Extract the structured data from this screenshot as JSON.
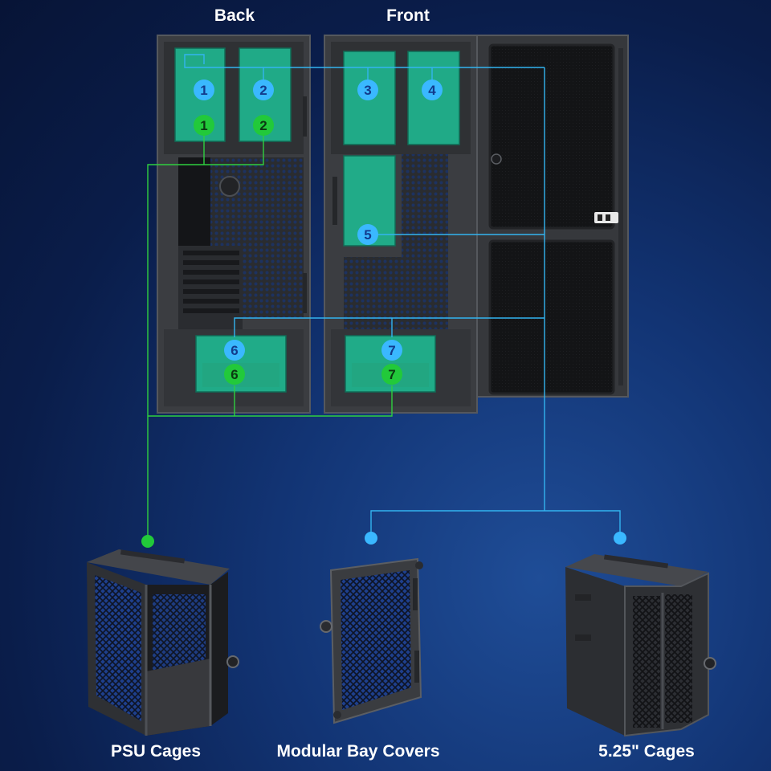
{
  "headings": {
    "back": "Back",
    "front": "Front"
  },
  "captions": {
    "psu_cages": "PSU Cages",
    "modular_bay_covers": "Modular Bay Covers",
    "cages_525": "5.25\" Cages"
  },
  "back_panel": {
    "blue_markers": [
      "1",
      "2",
      "6"
    ],
    "green_markers": [
      "1",
      "2",
      "6"
    ]
  },
  "front_panel": {
    "blue_markers": [
      "3",
      "4",
      "5",
      "7"
    ],
    "green_markers": [
      "7"
    ]
  },
  "colors": {
    "background": "#0d2558",
    "bay_fill": "#1fb58f",
    "blue_marker": "#3ab8ff",
    "green_marker": "#22c93a",
    "blue_line": "#33b4f0",
    "green_line": "#2fcf3f",
    "chassis": "#3b3d41"
  },
  "icons": {
    "psu_cage": "psu-cage-icon",
    "bay_cover": "bay-cover-icon",
    "drive_cage": "drive-cage-icon",
    "door": "front-door-icon"
  }
}
